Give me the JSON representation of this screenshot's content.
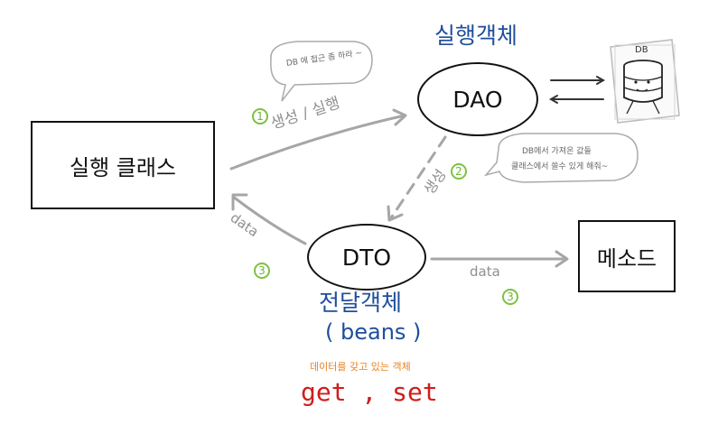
{
  "nodes": {
    "exec_class": "실행 클래스",
    "dao": "DAO",
    "dto": "DTO",
    "method": "메소드",
    "db": "DB"
  },
  "annotations": {
    "dao_caption": "실행객체",
    "dto_caption": "전달객체",
    "dto_beans": "( beans )",
    "dto_desc": "데이터를 갖고 있는 객체",
    "dto_getset": "get , set"
  },
  "edges": {
    "create_exec": "생성 / 실행",
    "create": "생성",
    "data_to_class": "data",
    "data_to_method": "data"
  },
  "steps": {
    "step1": "1",
    "step2": "2",
    "step3a": "3",
    "step3b": "3"
  },
  "bubbles": {
    "db_access": "DB 에 접근 좀 하라 ~",
    "db_values_line1": "DB에서  가져온 값들",
    "db_values_line2": "클래스에서 쓸수 있게 해줘~"
  },
  "colors": {
    "line": "#a6a6a6",
    "caption_blue": "#1f4e9c",
    "desc_orange": "#e8801e",
    "getset_red": "#d21c1c",
    "step_green": "#7cc242",
    "underline": "#f6c28a"
  }
}
